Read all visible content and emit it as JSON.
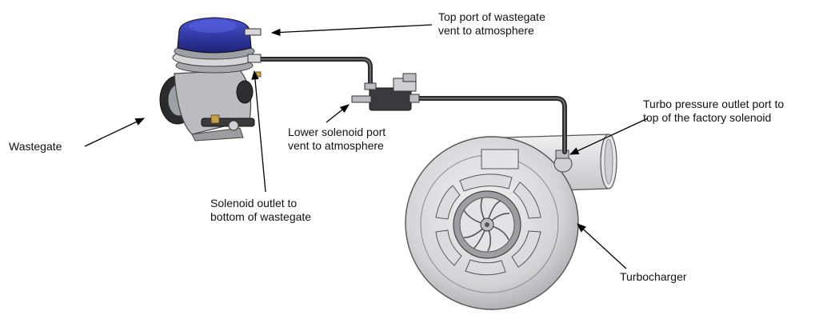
{
  "labels": {
    "top_port": [
      "Top port of wastegate",
      "vent to atmosphere"
    ],
    "turbo_outlet": [
      "Turbo pressure outlet port to",
      "top of the factory solenoid"
    ],
    "lower_solenoid": [
      "Lower solenoid port",
      "vent to atmosphere"
    ],
    "wastegate": "Wastegate",
    "solenoid_outlet": [
      "Solenoid outlet to",
      "bottom of wastegate"
    ],
    "turbocharger": "Turbocharger"
  },
  "colors": {
    "wastegate_cap": "#2a2f9a",
    "metal_body": "#b8b8bc",
    "hose": "#2b2b2b",
    "turbo_housing": "#d9d9db",
    "arrow": "#000000"
  }
}
